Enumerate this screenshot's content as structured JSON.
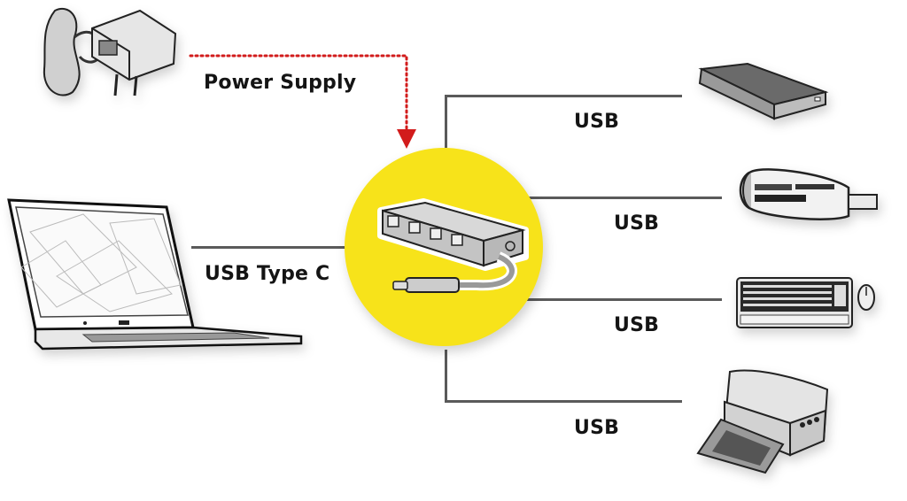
{
  "diagram": {
    "title": "USB Type C hub connection diagram",
    "colors": {
      "hub_circle": "#f7e31a",
      "power_arrow": "#d21c1c",
      "connector_line": "#5a5a5a",
      "label_text": "#141414"
    },
    "nodes": [
      {
        "id": "power-adapter",
        "icon": "power-adapter-icon"
      },
      {
        "id": "laptop",
        "icon": "laptop-icon"
      },
      {
        "id": "usb-hub",
        "icon": "usb-hub-icon"
      },
      {
        "id": "external-drive",
        "icon": "external-hard-drive-icon"
      },
      {
        "id": "card-reader",
        "icon": "usb-card-reader-icon"
      },
      {
        "id": "keyboard-mouse",
        "icon": "keyboard-mouse-icon"
      },
      {
        "id": "printer",
        "icon": "printer-icon"
      }
    ],
    "connections": [
      {
        "from": "power-adapter",
        "to": "usb-hub",
        "label": "Power Supply",
        "style": "dotted-arrow"
      },
      {
        "from": "laptop",
        "to": "usb-hub",
        "label": "USB Type C",
        "style": "solid"
      },
      {
        "from": "usb-hub",
        "to": "external-drive",
        "label": "USB",
        "style": "solid"
      },
      {
        "from": "usb-hub",
        "to": "card-reader",
        "label": "USB",
        "style": "solid"
      },
      {
        "from": "usb-hub",
        "to": "keyboard-mouse",
        "label": "USB",
        "style": "solid"
      },
      {
        "from": "usb-hub",
        "to": "printer",
        "label": "USB",
        "style": "solid"
      }
    ]
  }
}
